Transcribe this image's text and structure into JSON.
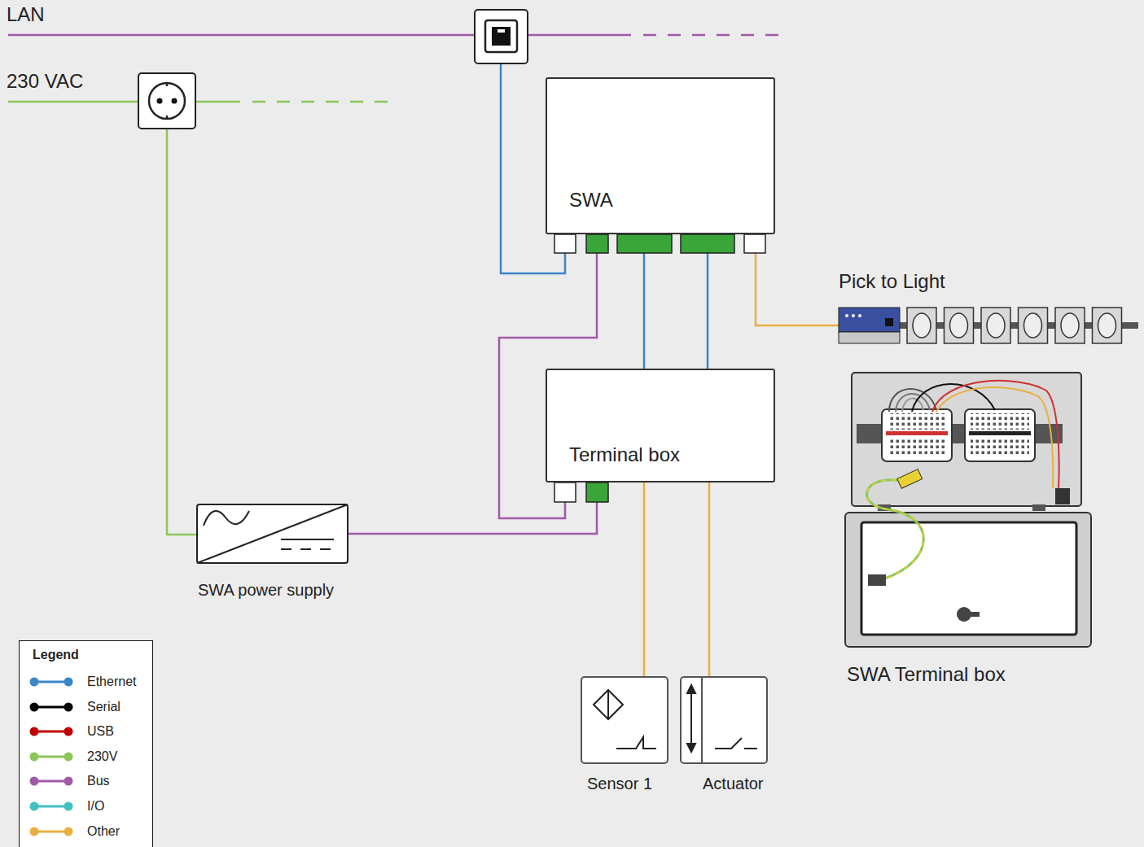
{
  "diagram": {
    "nodes": [
      {
        "text": [
          "SWA"
        ]
      },
      {
        "text": [
          "Terminal box"
        ]
      },
      {
        "text": [
          "SWA power supply"
        ]
      },
      {
        "text": [
          "Sensor 1"
        ]
      },
      {
        "text": [
          "Actuator"
        ]
      },
      {
        "text": [
          "Pick to Light"
        ]
      },
      {
        "text": [
          "SWA Terminal box"
        ]
      }
    ],
    "edges": [
      {
        "from": 0,
        "to": 1,
        "arrow": "none"
      },
      {
        "from": 0,
        "to": 1,
        "arrow": "none"
      },
      {
        "from": 0,
        "to": 1,
        "arrow": "none"
      },
      {
        "from": 2,
        "to": 1,
        "arrow": "none"
      },
      {
        "from": 1,
        "to": 3,
        "arrow": "none"
      },
      {
        "from": 1,
        "to": 4,
        "arrow": "none"
      },
      {
        "from": 0,
        "to": 5,
        "arrow": "none"
      }
    ],
    "labels": [
      "LAN",
      "230 VAC",
      "Legend"
    ],
    "legend": [
      {
        "text": "Ethernet",
        "color": "#3a86c8"
      },
      {
        "text": "Serial",
        "color": "#000000"
      },
      {
        "text": "USB",
        "color": "#c00000"
      },
      {
        "text": "230V",
        "color": "#8cc65a"
      },
      {
        "text": "Bus",
        "color": "#a05aa8"
      },
      {
        "text": "I/O",
        "color": "#40c0c0"
      },
      {
        "text": "Other",
        "color": "#e8b040"
      }
    ]
  }
}
